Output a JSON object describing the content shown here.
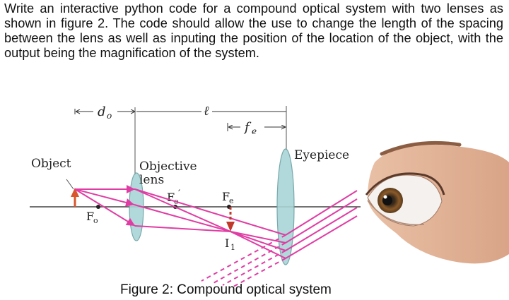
{
  "question": {
    "text": "Write an interactive python code for a compound optical system with two lenses as shown in figure 2. The code should allow the use to change the length of the spacing between the lens as well as inputing the position of the location of the object, with the output being the magnification of the system."
  },
  "figure": {
    "caption": "Figure 2: Compound optical system",
    "labels": {
      "object": "Object",
      "objective_line1": "Objective",
      "objective_line2": "lens",
      "eyepiece": "Eyepiece",
      "d_o": "d",
      "d_o_sub": "o",
      "ell": "ℓ",
      "f_e": "f",
      "f_e_sub": "e",
      "F_o_prime": "F",
      "F_o_prime_sub": "o",
      "F_o_prime_mark": "′",
      "F_e": "F",
      "F_e_sub": "e",
      "F_o": "F",
      "F_o_sub": "o",
      "I_1": "I",
      "I_1_sub": "1"
    },
    "colors": {
      "ray": "#e03da4",
      "lens_fill": "#a9d4d6",
      "lens_stroke": "#6aa0a4",
      "object_arrow": "#d9552b",
      "image_arrow": "#c0392b",
      "axis": "#444444"
    }
  }
}
